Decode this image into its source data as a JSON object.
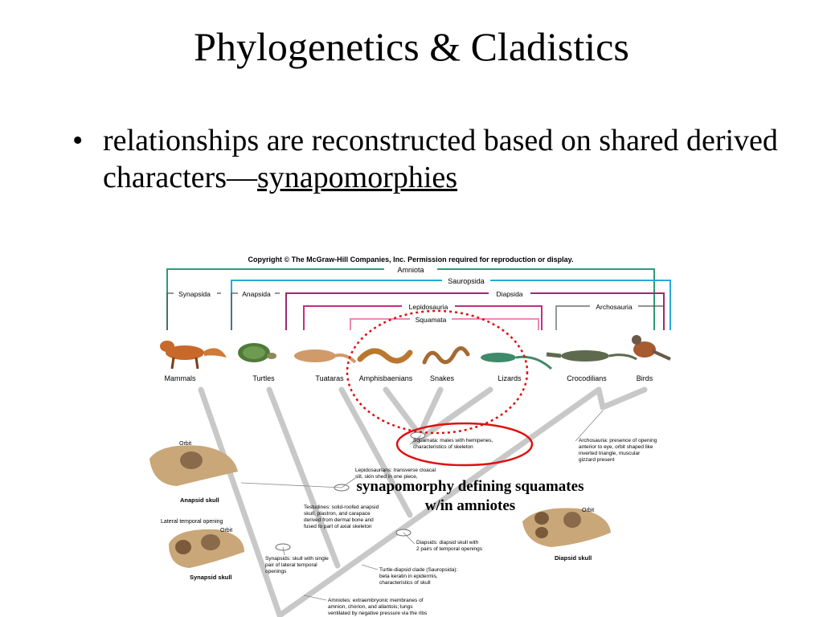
{
  "slide": {
    "title": "Phylogenetics & Cladistics",
    "bullet": {
      "glyph": "•",
      "text_part1": "relationships are reconstructed based on shared derived characters—",
      "text_underlined": "synapomorphies"
    }
  },
  "figure": {
    "copyright": "Copyright © The McGraw-Hill Companies, Inc. Permission required for reproduction or display.",
    "clades": {
      "amniota": "Amniota",
      "sauropsida": "Sauropsida",
      "synapsida": "Synapsida",
      "anapsida": "Anapsida",
      "diapsida": "Diapsida",
      "lepidosauria": "Lepidosauria",
      "archosauria": "Archosauria",
      "squamata": "Squamata"
    },
    "taxa": [
      "Mammals",
      "Turtles",
      "Tuataras",
      "Amphisbaenians",
      "Snakes",
      "Lizards",
      "Crocodilians",
      "Birds"
    ],
    "skulls": {
      "anapsid": "Anapsid skull",
      "synapsid": "Synapsid skull",
      "diapsid": "Diapsid skull",
      "orbit": "Orbit",
      "lateral_temporal_opening": "Lateral temporal opening"
    },
    "annotations": {
      "squamata": "Squamata: males with hemipenes, characteristics of skeleton",
      "archosauria": "Archosauria: presence of opening anterior to eye, orbit shaped like inverted triangle, muscular gizzard present",
      "lepidosaurians": "Lepidosaurians: transverse cloacal slit, skin shed in one piece,",
      "testudines": "Testudines: solid-roofed anapsid skull, plastron, and carapace derived from dermal bone and fused to part of axial skeleton",
      "diapsids": "Diapsids: diapsid skull with 2 pairs of temporal openings",
      "synapsids": "Synapsids: skull with single pair of lateral temporal openings",
      "turtle_diapsid": "Turtle-diapsid clade (Sauropsida): beta keratin in epidermis, characteristics of skull",
      "amniotes": "Amniotes: extraembryonic membranes of amnion, chorion, and allantois; lungs ventilated by negative pressure via the ribs"
    },
    "callout": {
      "line1": "synapomorphy defining squamates",
      "line2": "w/in amniotes"
    },
    "colors": {
      "amniota": "#2f9a7a",
      "sauropsida": "#29a9d8",
      "diapsida": "#9b2a6e",
      "lepidosauria": "#c0317e",
      "squamata": "#e98bb3",
      "tree": "#c8c8c8",
      "highlight": "#e01010"
    }
  }
}
